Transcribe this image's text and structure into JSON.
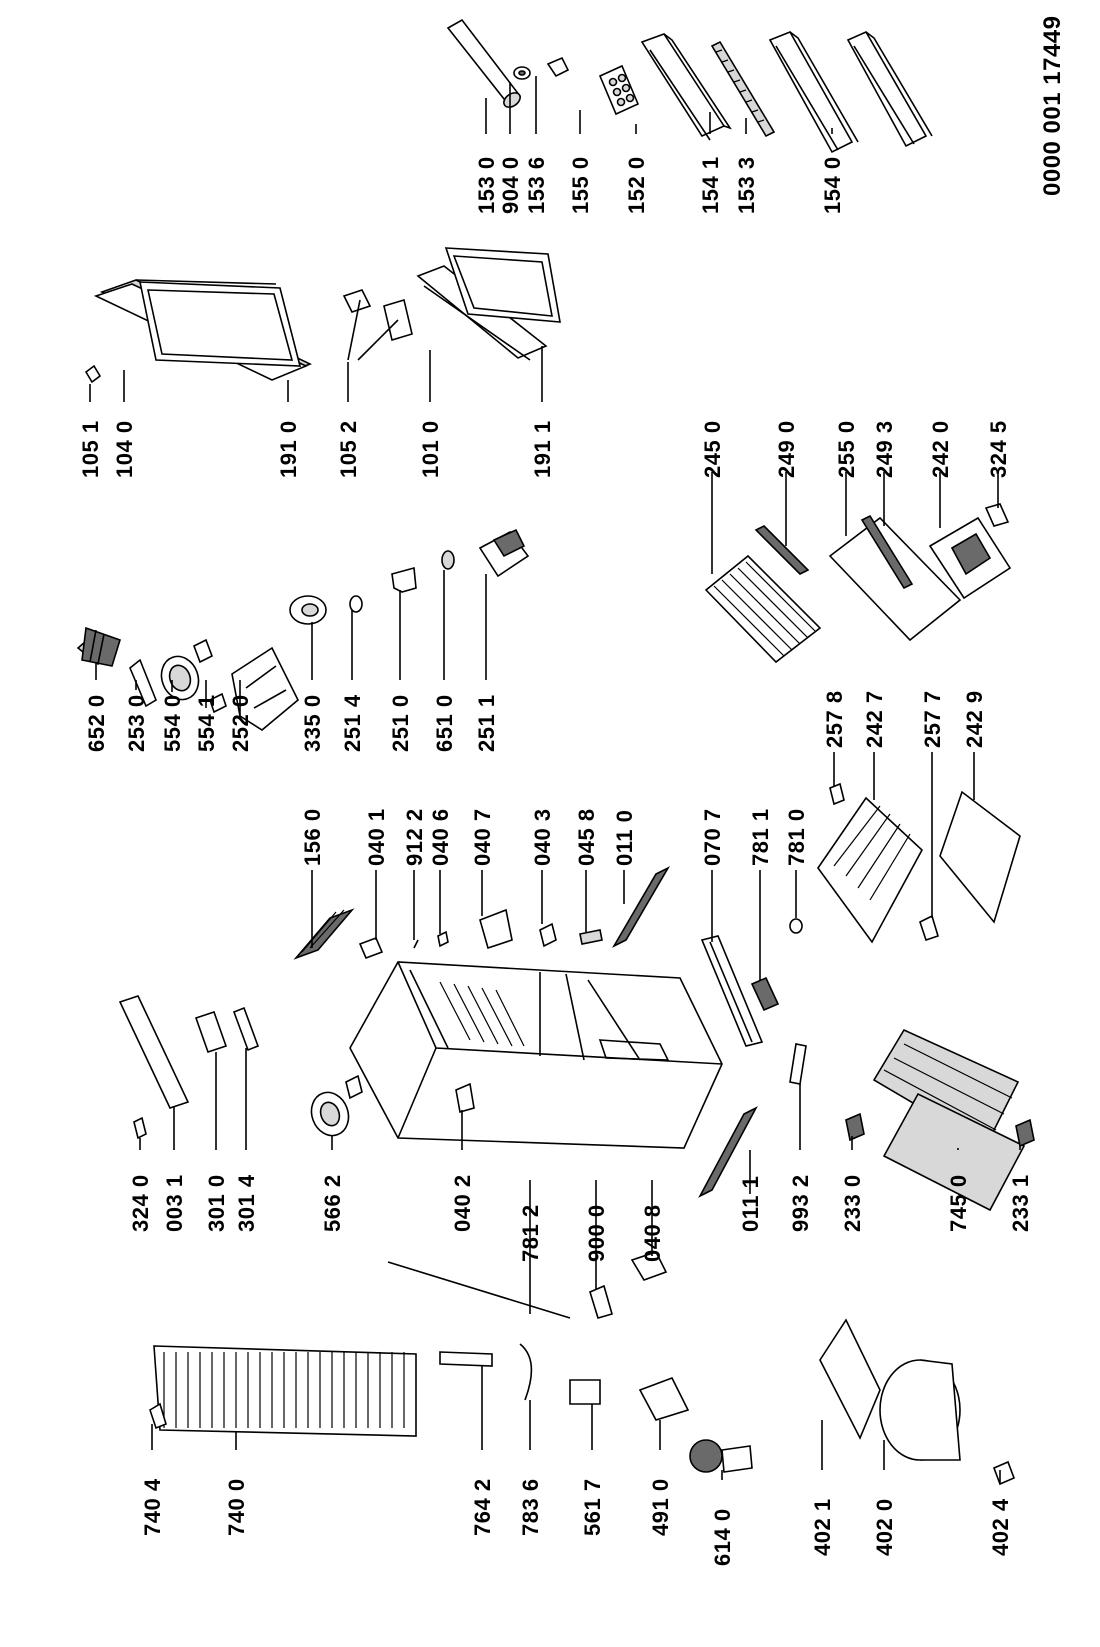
{
  "document_number": "0000 001 17449",
  "part_labels": [
    "153 0",
    "904 0",
    "153 6",
    "155 0",
    "152 0",
    "154 1",
    "153 3",
    "154 0",
    "105 1",
    "104 0",
    "191 0",
    "105 2",
    "101 0",
    "191 1",
    "652 0",
    "253 0",
    "554 0",
    "554 1",
    "252 0",
    "335 0",
    "251 4",
    "251 0",
    "651 0",
    "251 1",
    "245 0",
    "249 0",
    "255 0",
    "249 3",
    "242 0",
    "324 5",
    "156 0",
    "040 1",
    "912 2",
    "040 6",
    "040 7",
    "040 3",
    "045 8",
    "011 0",
    "070 7",
    "781 1",
    "781 0",
    "257 8",
    "242 7",
    "257 7",
    "242 9",
    "324 0",
    "003 1",
    "301 0",
    "301 4",
    "566 2",
    "040 2",
    "781 2",
    "900 0",
    "040 8",
    "011 1",
    "993 2",
    "233 0",
    "745 0",
    "233 1",
    "740 4",
    "740 0",
    "764 2",
    "783 6",
    "561 7",
    "491 0",
    "614 0",
    "402 1",
    "402 0",
    "402 4"
  ]
}
